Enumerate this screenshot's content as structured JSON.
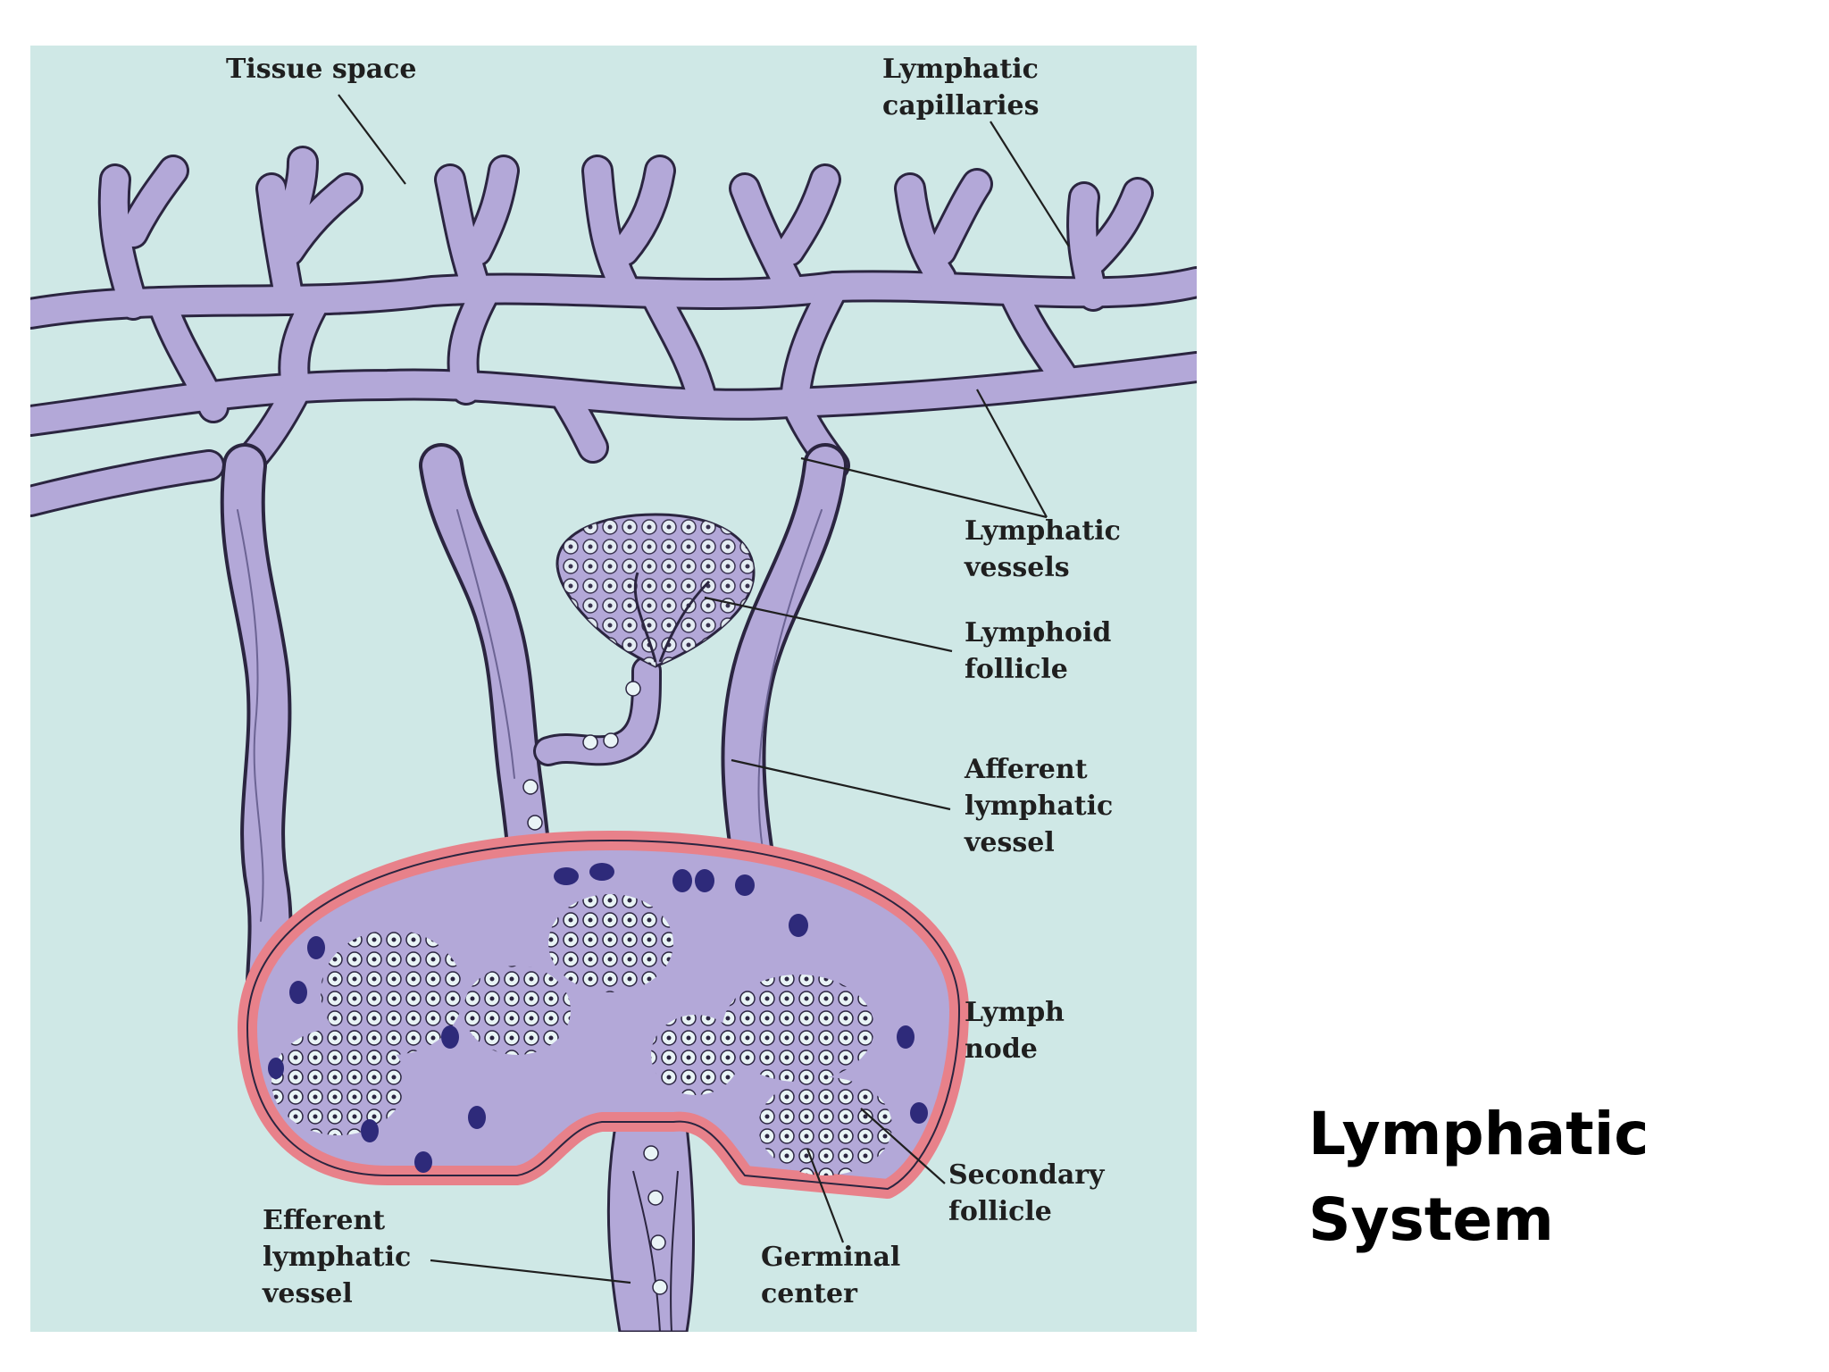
{
  "slide": {
    "title": "Lymphatic\nSystem"
  },
  "diagram": {
    "labels": {
      "tissue_space": "Tissue space",
      "lymphatic_capillaries": "Lymphatic\ncapillaries",
      "lymphatic_vessels": "Lymphatic\nvessels",
      "lymphoid_follicle": "Lymphoid\nfollicle",
      "afferent_lymphatic_vessel": "Afferent\nlymphatic\nvessel",
      "lymph_node": "Lymph\nnode",
      "secondary_follicle": "Secondary\nfollicle",
      "germinal_center": "Germinal\ncenter",
      "efferent_lymphatic_vessel": "Efferent\nlymphatic\nvessel"
    }
  },
  "colors": {
    "background": "#cfe8e6",
    "vessel_fill": "#b3a8d8",
    "outline": "#2b2540",
    "capsule": "#e8818a",
    "lymphocyte": "#e9f4f6",
    "nucleus": "#2e2a7a"
  }
}
